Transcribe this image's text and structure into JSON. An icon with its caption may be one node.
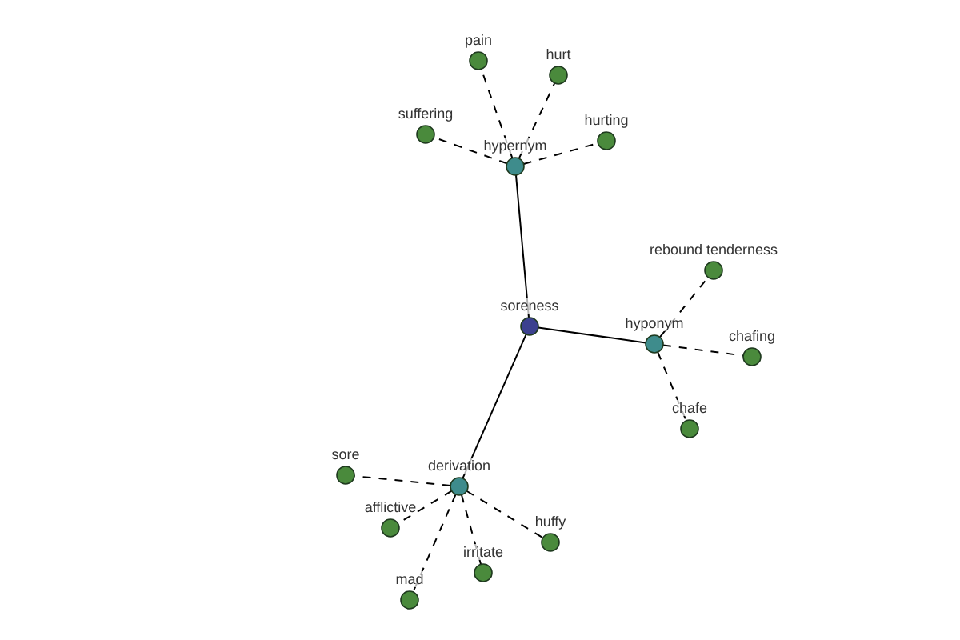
{
  "diagram": {
    "nodes": [
      {
        "text": [
          "soreness"
        ]
      },
      {
        "text": [
          "hypernym"
        ]
      },
      {
        "text": [
          "pain"
        ]
      },
      {
        "text": [
          "hurt"
        ]
      },
      {
        "text": [
          "suffering"
        ]
      },
      {
        "text": [
          "hurting"
        ]
      },
      {
        "text": [
          "hyponym"
        ]
      },
      {
        "text": [
          "rebound tenderness"
        ]
      },
      {
        "text": [
          "chafing"
        ]
      },
      {
        "text": [
          "chafe"
        ]
      },
      {
        "text": [
          "derivation"
        ]
      },
      {
        "text": [
          "sore"
        ]
      },
      {
        "text": [
          "afflictive"
        ]
      },
      {
        "text": [
          "huffy"
        ]
      },
      {
        "text": [
          "irritate"
        ]
      },
      {
        "text": [
          "mad"
        ]
      }
    ],
    "edges": [
      {
        "from": 0,
        "to": 1,
        "arrow": "none"
      },
      {
        "from": 0,
        "to": 6,
        "arrow": "none"
      },
      {
        "from": 0,
        "to": 10,
        "arrow": "none"
      },
      {
        "from": 1,
        "to": 2,
        "arrow": "none",
        "style": "dashed"
      },
      {
        "from": 1,
        "to": 3,
        "arrow": "none",
        "style": "dashed"
      },
      {
        "from": 1,
        "to": 4,
        "arrow": "none",
        "style": "dashed"
      },
      {
        "from": 1,
        "to": 5,
        "arrow": "none",
        "style": "dashed"
      },
      {
        "from": 6,
        "to": 7,
        "arrow": "none",
        "style": "dashed"
      },
      {
        "from": 6,
        "to": 8,
        "arrow": "none",
        "style": "dashed"
      },
      {
        "from": 6,
        "to": 9,
        "arrow": "none",
        "style": "dashed"
      },
      {
        "from": 10,
        "to": 11,
        "arrow": "none",
        "style": "dashed"
      },
      {
        "from": 10,
        "to": 12,
        "arrow": "none",
        "style": "dashed"
      },
      {
        "from": 10,
        "to": 13,
        "arrow": "none",
        "style": "dashed"
      },
      {
        "from": 10,
        "to": 14,
        "arrow": "none",
        "style": "dashed"
      },
      {
        "from": 10,
        "to": 15,
        "arrow": "none",
        "style": "dashed"
      }
    ]
  }
}
